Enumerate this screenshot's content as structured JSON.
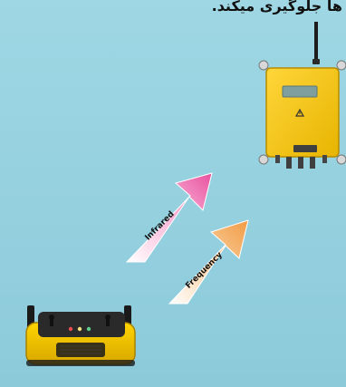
{
  "caption": "ها جلوگیری میکند.",
  "arrows": {
    "infrared_label": "Infrared",
    "frequency_label": "Frequency"
  },
  "colors": {
    "background_top": "#9ed6e3",
    "background_bottom": "#8dcadb",
    "receiver_yellow": "#f4c20d",
    "receiver_yellow_dark": "#d8a800",
    "receiver_screen": "#7f9f9f",
    "remote_yellow": "#efc20a",
    "remote_black": "#1a1a1a",
    "infrared_arrow": "#ea5aa8",
    "frequency_arrow": "#f2a14b",
    "arrow_text": "#111111"
  },
  "icons": {
    "receiver": "crane-receiver-unit-icon",
    "remote": "crane-remote-control-icon",
    "warning": "warning-triangle-icon"
  }
}
